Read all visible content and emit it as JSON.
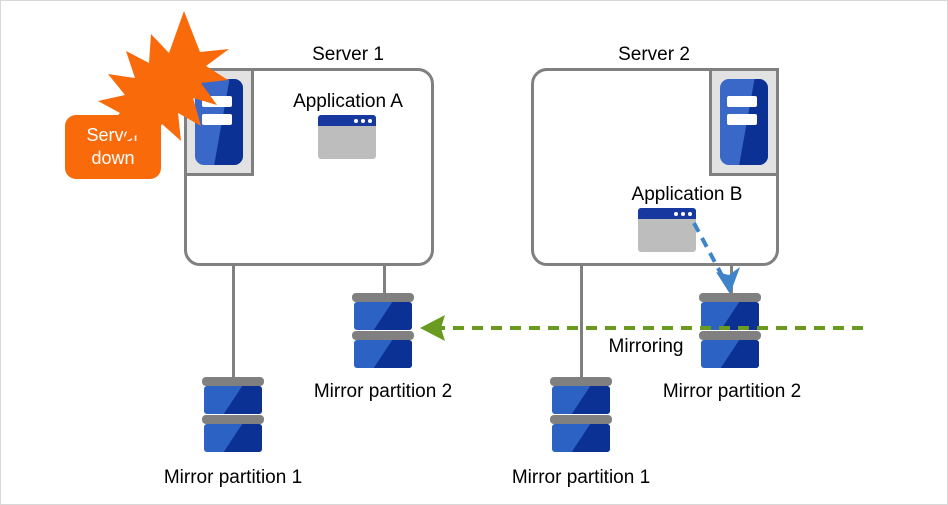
{
  "diagram": {
    "title_server1": "Server 1",
    "title_server2": "Server 2",
    "app_a_label": "Application A",
    "app_b_label": "Application B",
    "alert_line1": "Server",
    "alert_line2": "down",
    "mirroring_label": "Mirroring",
    "left_partition1_label": "Mirror partition 1",
    "left_partition2_label": "Mirror partition 2",
    "right_partition1_label": "Mirror partition 1",
    "right_partition2_label": "Mirror partition 2",
    "icons": {
      "server_appliance": "server-icon",
      "application_window": "application-window-icon",
      "disk": "disk-partition-icon",
      "burst": "failure-burst-icon",
      "mirroring_arrow": "green-dashed-left-arrow-icon",
      "write_arrow": "blue-dashed-arrow-icon"
    },
    "colors": {
      "accent_orange": "#f96a0a",
      "server_blue_light": "#3a68c8",
      "server_blue_dark": "#0a3193",
      "disk_blue_light": "#2b62c4",
      "disk_blue_dark": "#0a3193",
      "gray_outline": "#808080",
      "mirroring_green": "#6a9a1f",
      "write_arrow_blue": "#3f84c8",
      "window_title_blue": "#17389e",
      "window_body_gray": "#bdbdbd",
      "canvas_background": "#ffffff"
    }
  }
}
